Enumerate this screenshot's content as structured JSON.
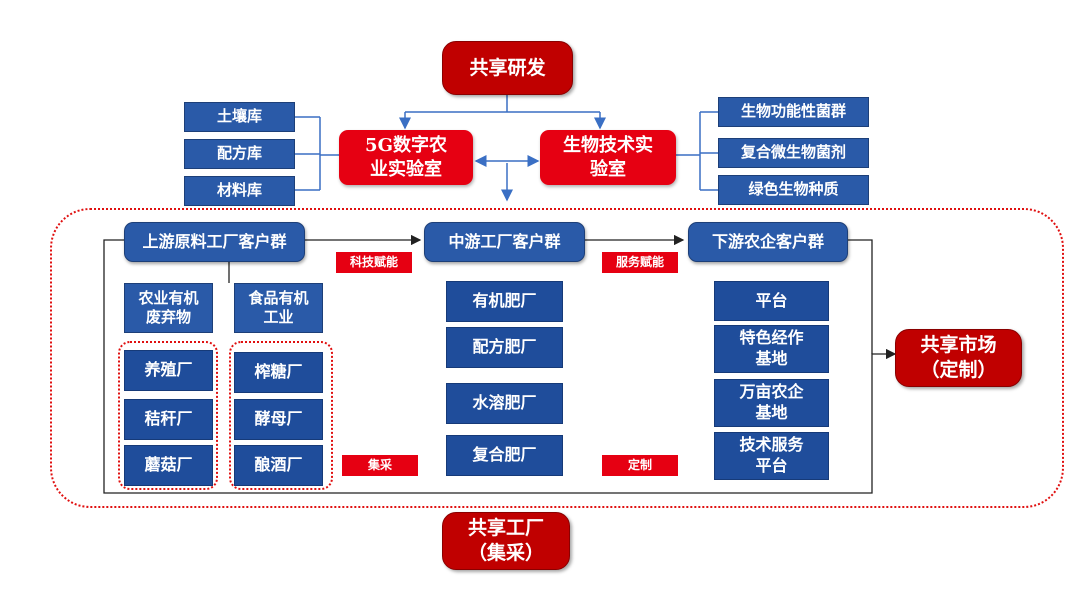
{
  "top": {
    "shared_rd": "共享研发",
    "lab_5g": "5G数字农\n业实验室",
    "lab_bio": "生物技术实\n验室"
  },
  "left_libs": [
    "土壤库",
    "配方库",
    "材料库"
  ],
  "right_libs": [
    "生物功能性菌群",
    "复合微生物菌剂",
    "绿色生物种质"
  ],
  "groups": {
    "upstream": "上游原料工厂客户群",
    "midstream": "中游工厂客户群",
    "downstream": "下游农企客户群"
  },
  "tags": {
    "tech": "科技赋能",
    "service": "服务赋能",
    "collect": "集采",
    "custom": "定制"
  },
  "upstream": {
    "col1_title": "农业有机\n废弃物",
    "col1_items": [
      "养殖厂",
      "秸秆厂",
      "蘑菇厂"
    ],
    "col2_title": "食品有机\n工业",
    "col2_items": [
      "榨糖厂",
      "酵母厂",
      "酿酒厂"
    ]
  },
  "midstream_items": [
    "有机肥厂",
    "配方肥厂",
    "水溶肥厂",
    "复合肥厂"
  ],
  "downstream_items": [
    "平台",
    "特色经作\n基地",
    "万亩农企\n基地",
    "技术服务\n平台"
  ],
  "market": "共享市场\n（定制）",
  "factory": "共享工厂\n（集采）",
  "colors": {
    "blue": "#2a5aa8",
    "red": "#c00000",
    "bright_red": "#e60012",
    "connector": "#3a6fc4"
  }
}
